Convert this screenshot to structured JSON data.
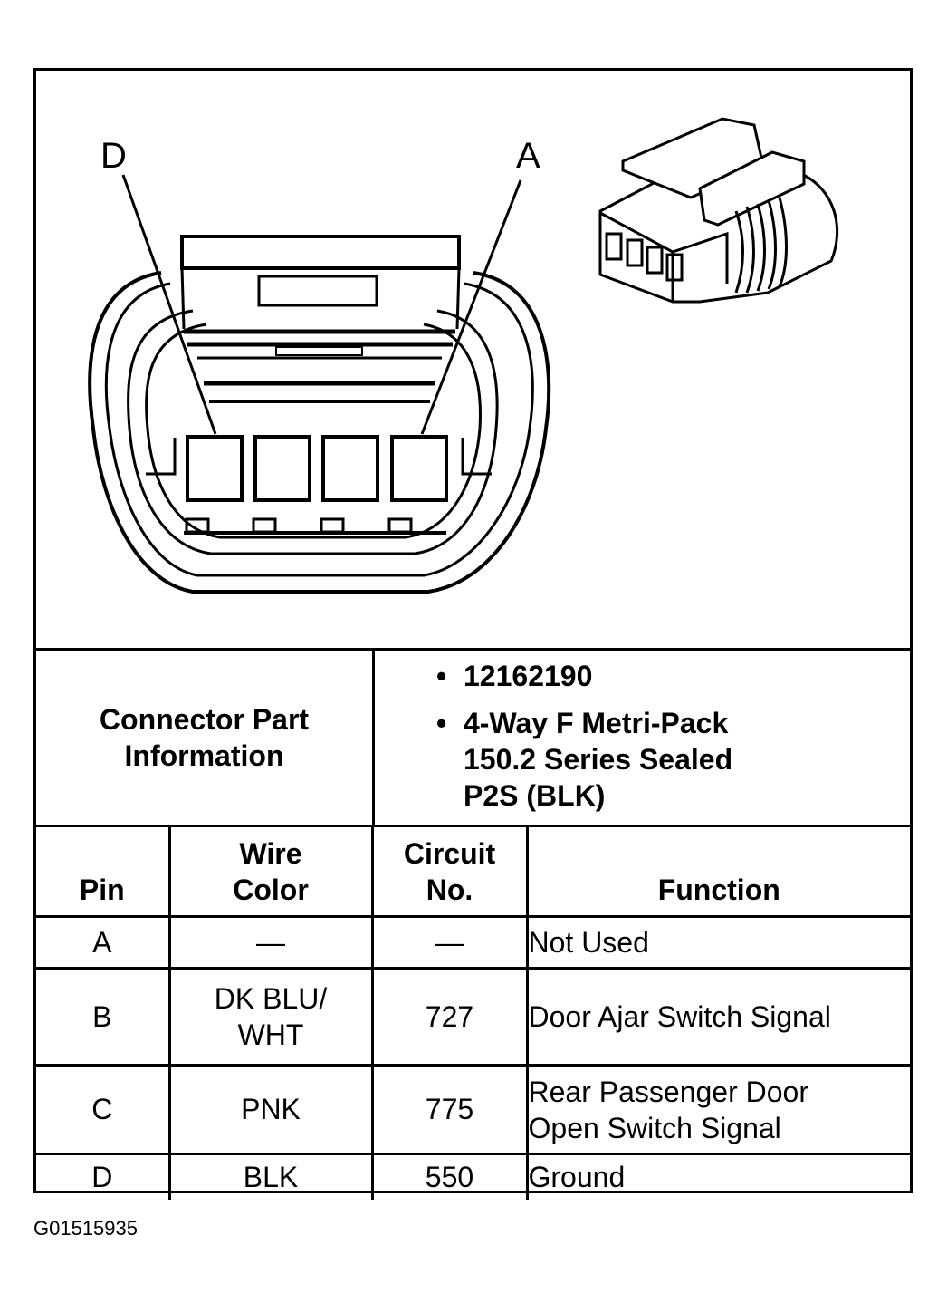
{
  "figure": {
    "callouts": [
      {
        "label": "D",
        "target": "pin-d-cavity"
      },
      {
        "label": "A",
        "target": "pin-a-cavity"
      }
    ],
    "connector_face_pin_count": 4,
    "isometric_view": "connector-3d-illustration"
  },
  "connector_info": {
    "label_line1": "Connector Part",
    "label_line2": "Information",
    "bullet_symbol": "•",
    "part_number": "12162190",
    "description_line1": "4-Way F Metri-Pack",
    "description_line2": "150.2 Series Sealed",
    "description_line3": "P2S (BLK)"
  },
  "table": {
    "headers": {
      "pin": "Pin",
      "wire_color_line1": "Wire",
      "wire_color_line2": "Color",
      "circuit_line1": "Circuit",
      "circuit_line2": "No.",
      "function": "Function"
    },
    "rows": [
      {
        "pin": "A",
        "wire_color": [
          "—"
        ],
        "circuit": "—",
        "function": [
          "Not Used"
        ]
      },
      {
        "pin": "B",
        "wire_color": [
          "DK BLU/",
          "WHT"
        ],
        "circuit": "727",
        "function": [
          "Door Ajar Switch Signal"
        ]
      },
      {
        "pin": "C",
        "wire_color": [
          "PNK"
        ],
        "circuit": "775",
        "function": [
          "Rear Passenger Door",
          "Open Switch Signal"
        ]
      },
      {
        "pin": "D",
        "wire_color": [
          "BLK"
        ],
        "circuit": "550",
        "function": [
          "Ground"
        ]
      }
    ]
  },
  "footer": {
    "graphic_id": "G01515935"
  }
}
